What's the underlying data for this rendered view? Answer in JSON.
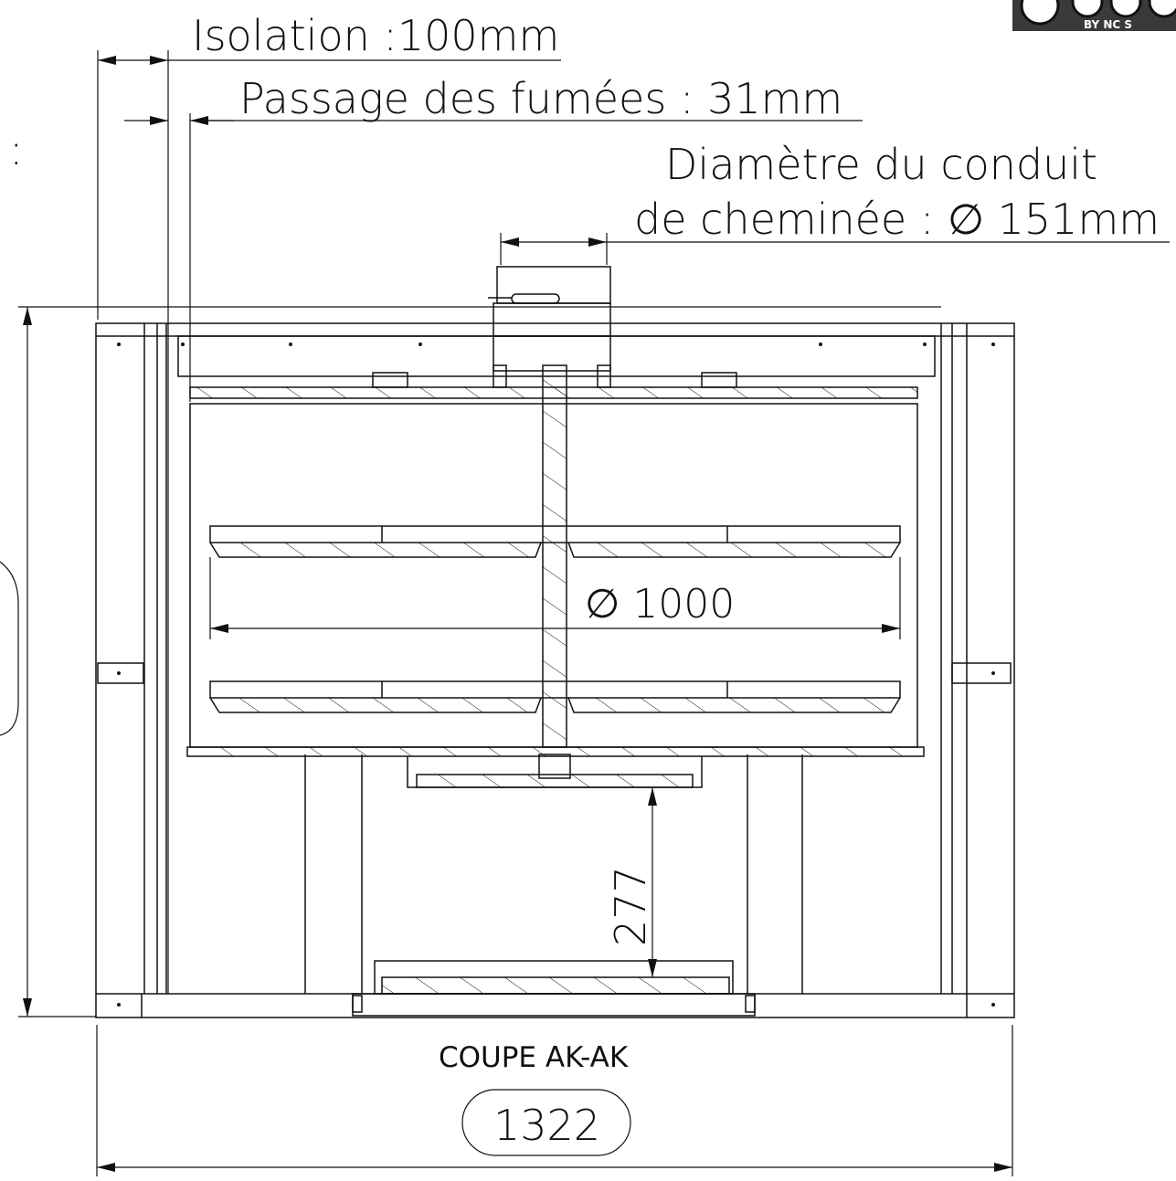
{
  "annotations": {
    "insulation": "Isolation :100mm",
    "smoke_passage": "Passage des fumées : 31mm",
    "flue_line1": "Diamètre du conduit",
    "flue_line2": "de cheminée : ∅ 151mm",
    "stray_colon": ":"
  },
  "dimensions": {
    "plate_diameter": "∅ 1000",
    "lower_gap": "277",
    "overall_width": "1322"
  },
  "section_label": "COUPE AK-AK",
  "license_badge": {
    "text": "BY  NC  S",
    "colors": {
      "badge_bg": "#3a3a3a",
      "badge_fg": "#ffffff"
    }
  },
  "colors": {
    "line": "#111111",
    "paper": "#ffffff"
  }
}
